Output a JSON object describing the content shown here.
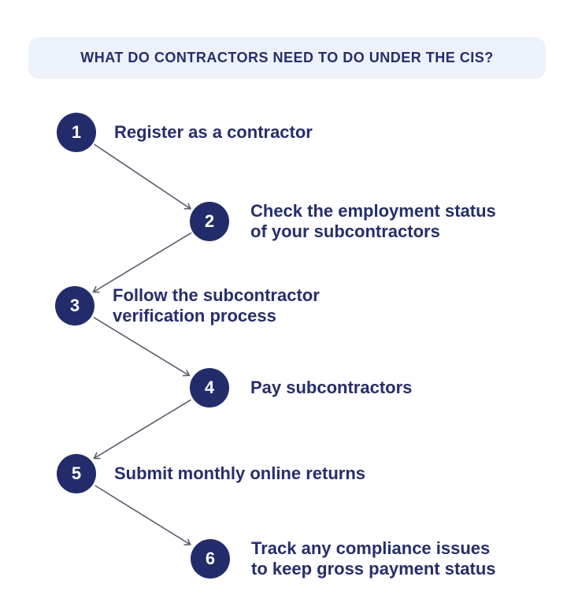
{
  "header": {
    "title": "WHAT DO CONTRACTORS NEED TO DO UNDER THE CIS?"
  },
  "steps": [
    {
      "number": "1",
      "label": "Register as a contractor"
    },
    {
      "number": "2",
      "label": "Check the employment status\nof your subcontractors"
    },
    {
      "number": "3",
      "label": "Follow the subcontractor\nverification process"
    },
    {
      "number": "4",
      "label": "Pay subcontractors"
    },
    {
      "number": "5",
      "label": "Submit monthly online returns"
    },
    {
      "number": "6",
      "label": "Track any compliance issues\nto keep gross payment status"
    }
  ],
  "icons": {
    "connector_1_2": "arrow-down-right",
    "connector_2_3": "arrow-down-left",
    "connector_3_4": "arrow-down-right",
    "connector_4_5": "arrow-down-left",
    "connector_5_6": "arrow-down-right"
  },
  "colors": {
    "navy": "#232c6a",
    "text_navy": "#262e6b",
    "banner_bg": "#edf2fa",
    "arrow": "#5a5f6d",
    "background": "#ffffff",
    "number_text": "#ffffff"
  }
}
